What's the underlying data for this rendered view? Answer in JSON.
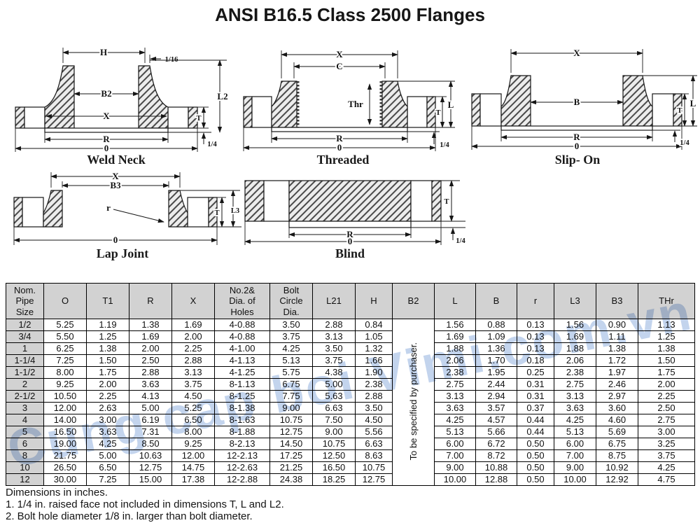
{
  "title": "ANSI B16.5 Class 2500 Flanges",
  "watermark": "Cung cap boi Vimi.com.vn",
  "diagrams": {
    "weld_neck": {
      "caption": "Weld Neck",
      "dims": {
        "h": "H",
        "sixteenth": "1/16",
        "b2": "B2",
        "x": "X",
        "r": "R",
        "o": "0",
        "l2": "L2",
        "t": "T",
        "quarter": "1/4"
      }
    },
    "threaded": {
      "caption": "Threaded",
      "dims": {
        "x": "X",
        "c": "C",
        "thr": "Thr",
        "r": "R",
        "o": "0",
        "t": "T",
        "l": "L",
        "quarter": "1/4"
      }
    },
    "slip_on": {
      "caption": "Slip- On",
      "dims": {
        "x": "X",
        "b": "B",
        "r": "R",
        "o": "0",
        "t": "T",
        "l": "L",
        "quarter": "1/4"
      }
    },
    "lap_joint": {
      "caption": "Lap Joint",
      "dims": {
        "x": "X",
        "b3": "B3",
        "r_small": "r",
        "o": "0",
        "t": "T",
        "l3": "L3"
      }
    },
    "blind": {
      "caption": "Blind",
      "dims": {
        "r": "R",
        "o": "0",
        "t": "T",
        "quarter": "1/4"
      }
    }
  },
  "table": {
    "headers": [
      "Nom.\nPipe\nSize",
      "O",
      "T1",
      "R",
      "X",
      "No.2&\nDia. of\nHoles",
      "Bolt\nCircle\nDia.",
      "L21",
      "H",
      "B2",
      "L",
      "B",
      "r",
      "L3",
      "B3",
      "THr"
    ],
    "b2_note": "To be specified by purchaser.",
    "rows": [
      [
        "1/2",
        "5.25",
        "1.19",
        "1.38",
        "1.69",
        "4-0.88",
        "3.50",
        "2.88",
        "0.84",
        "1.56",
        "0.88",
        "0.13",
        "1.56",
        "0.90",
        "1.13"
      ],
      [
        "3/4",
        "5.50",
        "1.25",
        "1.69",
        "2.00",
        "4-0.88",
        "3.75",
        "3.13",
        "1.05",
        "1.69",
        "1.09",
        "0.13",
        "1.69",
        "1.11",
        "1.25"
      ],
      [
        "1",
        "6.25",
        "1.38",
        "2.00",
        "2.25",
        "4-1.00",
        "4.25",
        "3.50",
        "1.32",
        "1.88",
        "1.36",
        "0.13",
        "1.88",
        "1.38",
        "1.38"
      ],
      [
        "1-1/4",
        "7.25",
        "1.50",
        "2.50",
        "2.88",
        "4-1.13",
        "5.13",
        "3.75",
        "1.66",
        "2.06",
        "1.70",
        "0.18",
        "2.06",
        "1.72",
        "1.50"
      ],
      [
        "1-1/2",
        "8.00",
        "1.75",
        "2.88",
        "3.13",
        "4-1.25",
        "5.75",
        "4.38",
        "1.90",
        "2.38",
        "1.95",
        "0.25",
        "2.38",
        "1.97",
        "1.75"
      ],
      [
        "2",
        "9.25",
        "2.00",
        "3.63",
        "3.75",
        "8-1.13",
        "6.75",
        "5.00",
        "2.38",
        "2.75",
        "2.44",
        "0.31",
        "2.75",
        "2.46",
        "2.00"
      ],
      [
        "2-1/2",
        "10.50",
        "2.25",
        "4.13",
        "4.50",
        "8-1.25",
        "7.75",
        "5.63",
        "2.88",
        "3.13",
        "2.94",
        "0.31",
        "3.13",
        "2.97",
        "2.25"
      ],
      [
        "3",
        "12.00",
        "2.63",
        "5.00",
        "5.25",
        "8-1.38",
        "9.00",
        "6.63",
        "3.50",
        "3.63",
        "3.57",
        "0.37",
        "3.63",
        "3.60",
        "2.50"
      ],
      [
        "4",
        "14.00",
        "3.00",
        "6.19",
        "6.50",
        "8-1.63",
        "10.75",
        "7.50",
        "4.50",
        "4.25",
        "4.57",
        "0.44",
        "4.25",
        "4.60",
        "2.75"
      ],
      [
        "5",
        "16.50",
        "3.63",
        "7.31",
        "8.00",
        "8-1.88",
        "12.75",
        "9.00",
        "5.56",
        "5.13",
        "5.66",
        "0.44",
        "5.13",
        "5.69",
        "3.00"
      ],
      [
        "6",
        "19.00",
        "4.25",
        "8.50",
        "9.25",
        "8-2.13",
        "14.50",
        "10.75",
        "6.63",
        "6.00",
        "6.72",
        "0.50",
        "6.00",
        "6.75",
        "3.25"
      ],
      [
        "8",
        "21.75",
        "5.00",
        "10.63",
        "12.00",
        "12-2.13",
        "17.25",
        "12.50",
        "8.63",
        "7.00",
        "8.72",
        "0.50",
        "7.00",
        "8.75",
        "3.75"
      ],
      [
        "10",
        "26.50",
        "6.50",
        "12.75",
        "14.75",
        "12-2.63",
        "21.25",
        "16.50",
        "10.75",
        "9.00",
        "10.88",
        "0.50",
        "9.00",
        "10.92",
        "4.25"
      ],
      [
        "12",
        "30.00",
        "7.25",
        "15.00",
        "17.38",
        "12-2.88",
        "24.38",
        "18.25",
        "12.75",
        "10.00",
        "12.88",
        "0.50",
        "10.00",
        "12.92",
        "4.75"
      ]
    ]
  },
  "footer": {
    "dimensions_note": "Dimensions in inches.",
    "note1": "1. 1/4 in. raised face not included in dimensions T, L and L2.",
    "note2": "2. Bolt hole diameter 1/8 in. larger than bolt diameter."
  }
}
